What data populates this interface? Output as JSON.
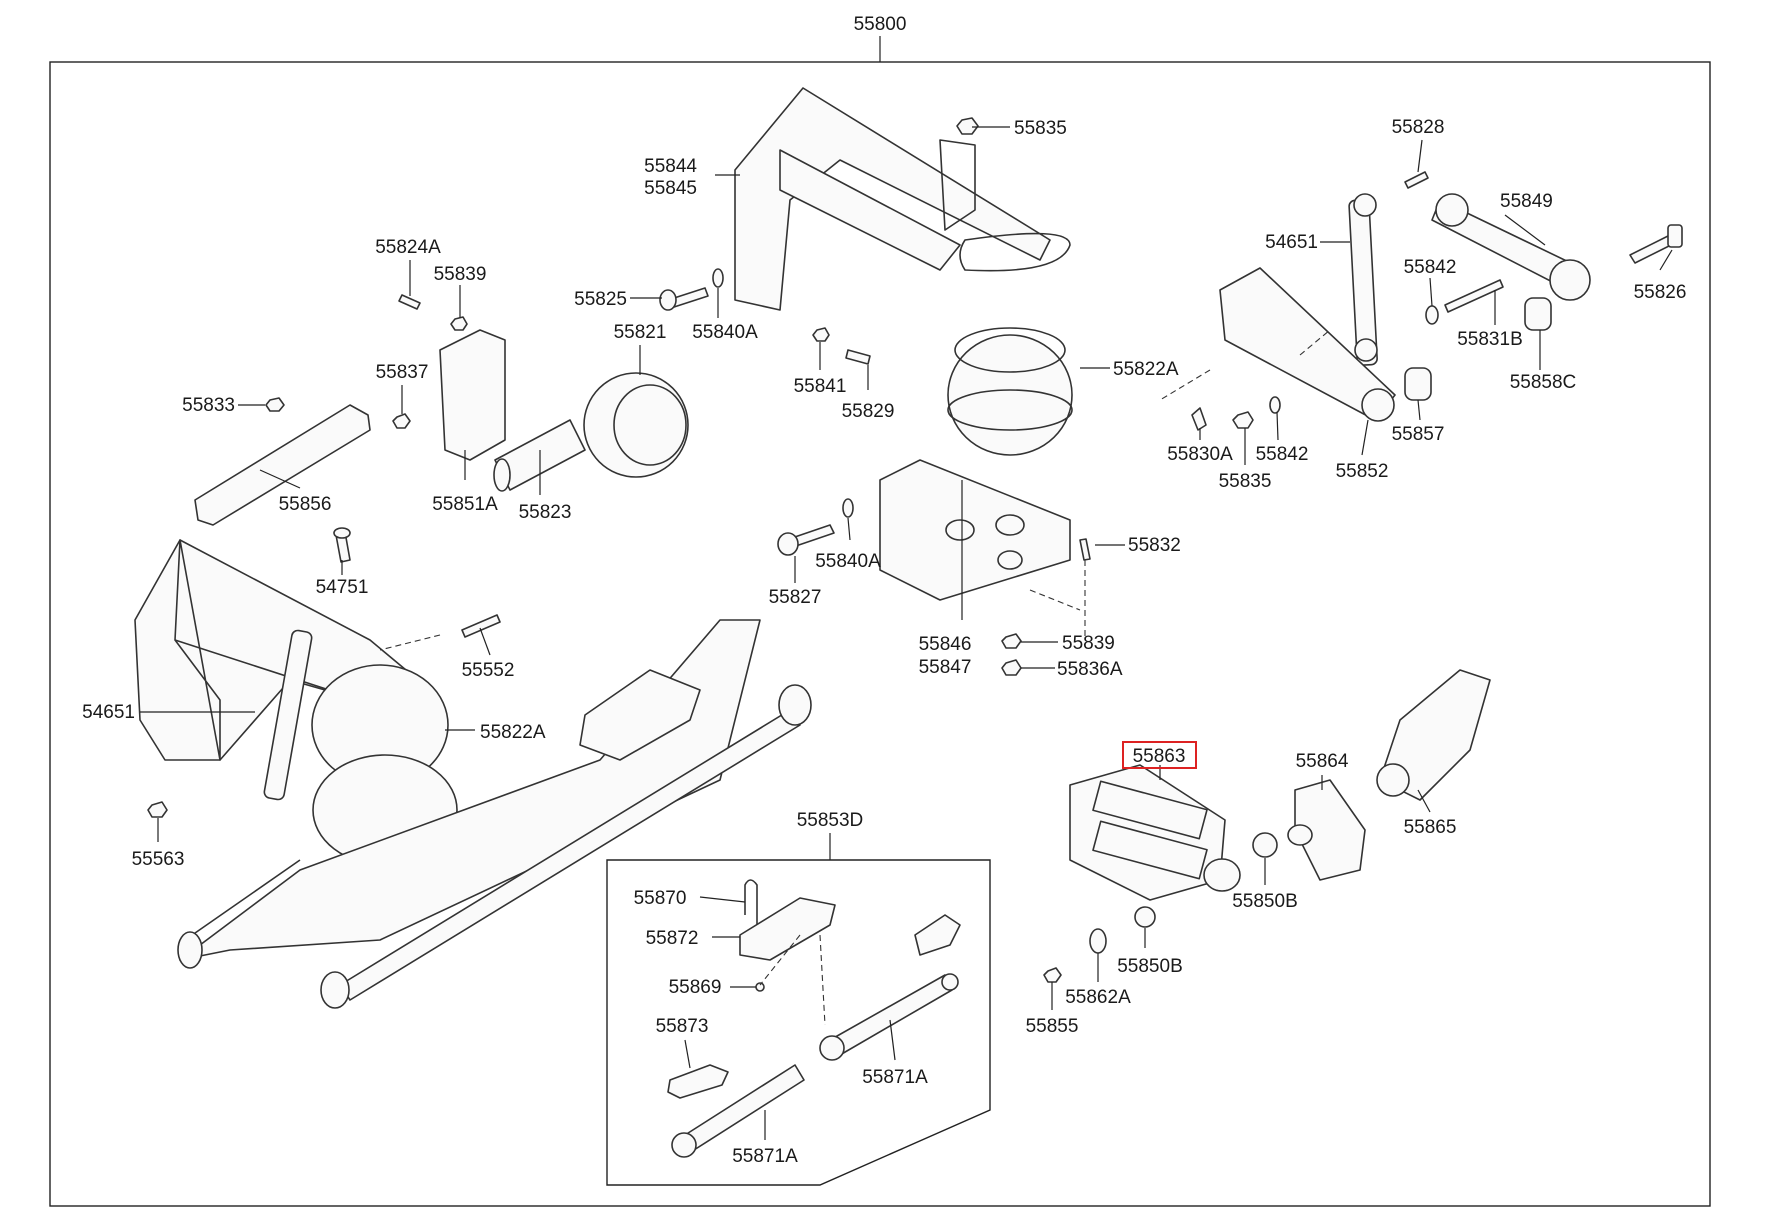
{
  "title": "55800",
  "highlight_color": "#dd2222",
  "labels": {
    "l55800": "55800",
    "l55835a": "55835",
    "l55844": "55844",
    "l55845": "55845",
    "l55828": "55828",
    "l55849": "55849",
    "l54651a": "54651",
    "l55824a": "55824A",
    "l55839a": "55839",
    "l55825": "55825",
    "l55821": "55821",
    "l55840a1": "55840A",
    "l55842a": "55842",
    "l55826": "55826",
    "l55831b": "55831B",
    "l55837": "55837",
    "l55833": "55833",
    "l55841": "55841",
    "l55829": "55829",
    "l55822a1": "55822A",
    "l55858c": "55858C",
    "l55851a": "55851A",
    "l55823": "55823",
    "l55856": "55856",
    "l55830a": "55830A",
    "l55842b": "55842",
    "l55857": "55857",
    "l55835b": "55835",
    "l55852": "55852",
    "l55840a2": "55840A",
    "l55832": "55832",
    "l54751": "54751",
    "l55827": "55827",
    "l55552": "55552",
    "l55846": "55846",
    "l55847": "55847",
    "l55839b": "55839",
    "l55836a": "55836A",
    "l54651b": "54651",
    "l55822a2": "55822A",
    "l55863": "55863",
    "l55864": "55864",
    "l55865": "55865",
    "l55563": "55563",
    "l55853d": "55853D",
    "l55850b1": "55850B",
    "l55870": "55870",
    "l55872": "55872",
    "l55850b2": "55850B",
    "l55869": "55869",
    "l55862a": "55862A",
    "l55855": "55855",
    "l55873": "55873",
    "l55871a1": "55871A",
    "l55871a2": "55871A"
  }
}
